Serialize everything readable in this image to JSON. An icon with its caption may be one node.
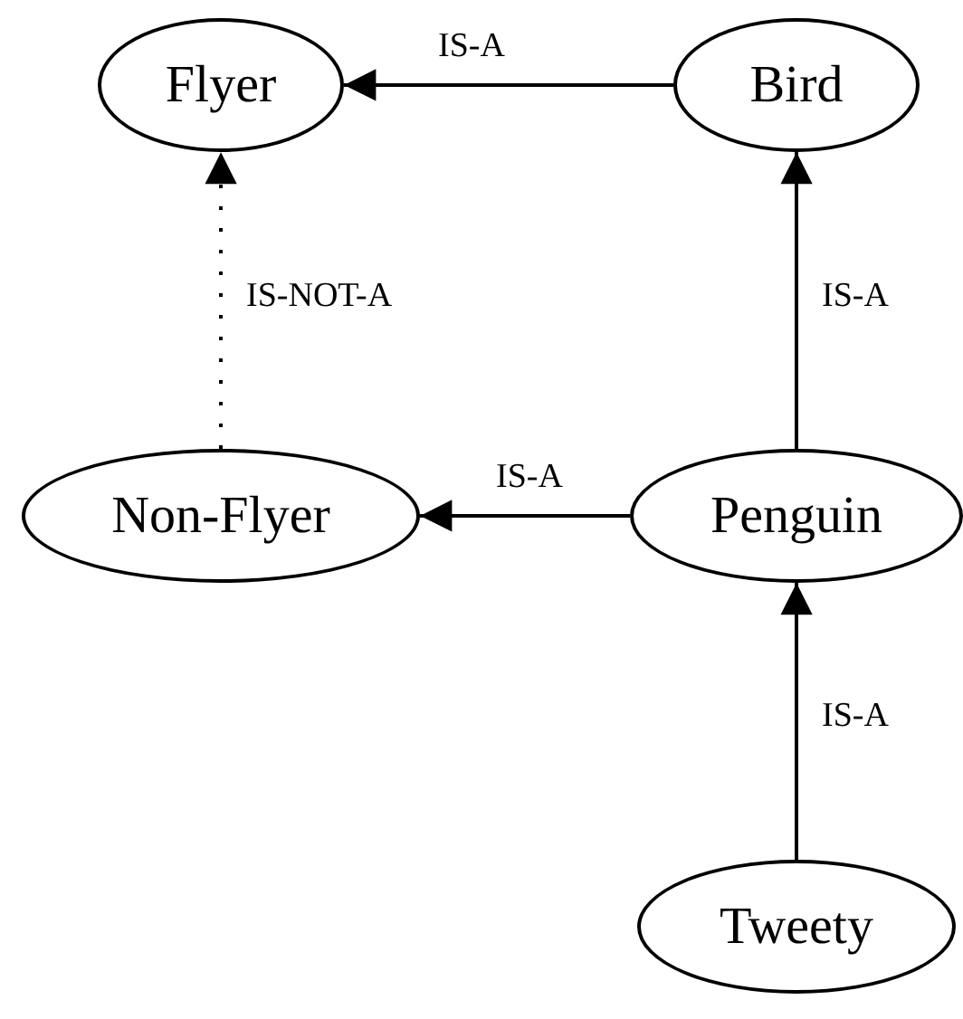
{
  "diagram": {
    "nodes": [
      {
        "text": [
          "Flyer"
        ]
      },
      {
        "text": [
          "Bird"
        ]
      },
      {
        "text": [
          "Non-Flyer"
        ]
      },
      {
        "text": [
          "Penguin"
        ]
      },
      {
        "text": [
          "Tweety"
        ]
      }
    ],
    "edges": [
      {
        "from": 1,
        "to": 0,
        "arrow": "to",
        "label": "IS-A"
      },
      {
        "from": 2,
        "to": 0,
        "arrow": "to",
        "label": "IS-NOT-A",
        "style": "dashed"
      },
      {
        "from": 3,
        "to": 1,
        "arrow": "to",
        "label": "IS-A"
      },
      {
        "from": 3,
        "to": 2,
        "arrow": "to",
        "label": "IS-A"
      },
      {
        "from": 4,
        "to": 3,
        "arrow": "to",
        "label": "IS-A"
      }
    ]
  }
}
